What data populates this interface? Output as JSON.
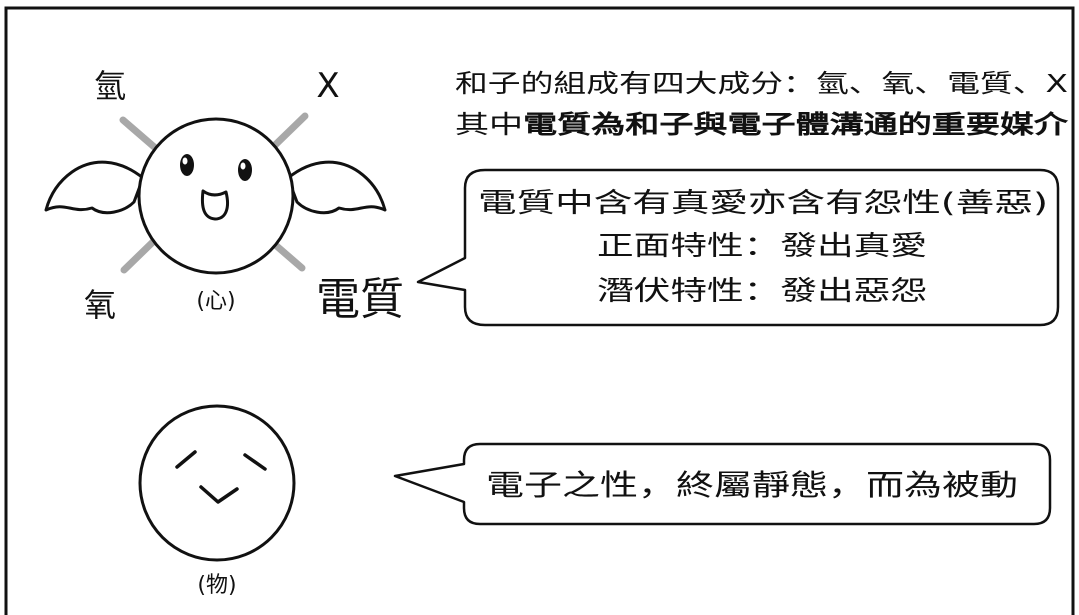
{
  "heart": {
    "top_left_label": "氫",
    "top_right_label": "X",
    "bottom_left_label": "氧",
    "bottom_right_label": "電質",
    "caption": "(心)"
  },
  "intro": {
    "line1": "和子的組成有四大成分：氫、氧、電質、X",
    "line2_prefix": "其中",
    "line2_bold": "電質為和子與電子體溝通的重要媒介"
  },
  "bubble_top": {
    "line1": "電質中含有真愛亦含有怨性(善惡)",
    "line2": "正面特性：發出真愛",
    "line3": "潛伏特性：發出惡怨"
  },
  "matter": {
    "caption": "(物)"
  },
  "bubble_bottom": {
    "text": "電子之性，終屬靜態，而為被動"
  }
}
